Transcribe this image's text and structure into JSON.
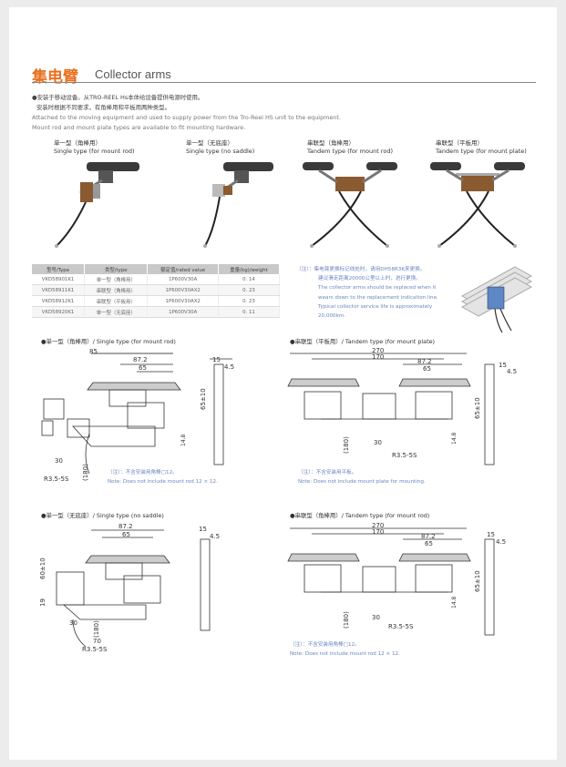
{
  "header": {
    "title_zh": "集电臂",
    "title_en": "Collector arms"
  },
  "intro": {
    "line1": "●安装于移动设备。从TRO-REEL Hs本体给设备提供电源时使用。",
    "line2": "安装时根据不同要求，有角棒用和平板用两种类型。",
    "line3": "Attached to the moving equipment and used to supply power from the Tro-Reel HS unit to the equipment.",
    "line4": "Mount rod and mount plate types are available to fit mounting hardware."
  },
  "products": [
    {
      "zh": "单一型（角棒用）",
      "en": "Single type (for mount rod)"
    },
    {
      "zh": "单一型（无底座）",
      "en": "Single type (no saddle)"
    },
    {
      "zh": "串联型（角棒用）",
      "en": "Tandem type (for mount rod)"
    },
    {
      "zh": "串联型（平板用）",
      "en": "Tandem type (for mount plate)"
    }
  ],
  "spec_table": {
    "headers": [
      "型号/Type",
      "类型/type",
      "额定值/rated value",
      "重量(kg)/weight"
    ],
    "rows": [
      [
        "VKD58901K1",
        "单一型（角棒用）",
        "1P600V30A",
        "0. 14"
      ],
      [
        "VKD58911K1",
        "串联型（角棒用）",
        "1P600V30AX2",
        "0. 23"
      ],
      [
        "VKD58912K1",
        "串联型（平板用）",
        "1P600V30AX2",
        "0. 23"
      ],
      [
        "VKD58920K1",
        "单一型（无底座）",
        "1P600V30A",
        "0. 11"
      ]
    ]
  },
  "wear_note": {
    "zh1": "（注）：集电臂更换标记线处时，请用DH58R3K来更换。",
    "zh2": "建议滑走距离20000公里以上时，进行更换。",
    "en1": "The collector arms should be replaced when it",
    "en2": "wears down to the replacement indication line.",
    "en3": "Typical collector service life is approximately",
    "en4": "20,000km."
  },
  "drawings": [
    {
      "title": "●单一型（角棒用）/ Single type (for mount rod)",
      "dims": [
        "85",
        "87.2",
        "65",
        "15",
        "4.5",
        "65±10",
        "14.8",
        "30",
        "(180)",
        "R3.5-5S"
      ],
      "note_zh": "（注）：不含安装用角棒□12。",
      "note_en": "Note: Does not include mount rod 12 × 12."
    },
    {
      "title": "●串联型（平板用）/ Tandem type (for mount plate)",
      "dims": [
        "270",
        "170",
        "87.2",
        "65",
        "15",
        "4.5",
        "65±10",
        "14.8",
        "30",
        "(180)",
        "R3.5-5S"
      ],
      "note_zh": "（注）：不含安装用平板。",
      "note_en": "Note: Does not include mount plate for mounting."
    },
    {
      "title": "●单一型（无底座）/ Single type (no saddle)",
      "dims": [
        "87.2",
        "65",
        "15",
        "4.5",
        "60±10",
        "19",
        "30",
        "(180)",
        "70",
        "R3.5-5S"
      ]
    },
    {
      "title": "●串联型（角棒用）/ Tandem type (for mount rod)",
      "dims": [
        "270",
        "170",
        "87.2",
        "65",
        "15",
        "4.5",
        "65±10",
        "14.8",
        "30",
        "(180)",
        "R3.5-5S"
      ],
      "note_zh": "（注）：不含安装用角棒□12。",
      "note_en": "Note: Does not include mount rod 12 × 12."
    }
  ],
  "colors": {
    "accent": "#e8701e",
    "note_blue": "#6a86c0",
    "table_header": "#c9c9c9"
  }
}
